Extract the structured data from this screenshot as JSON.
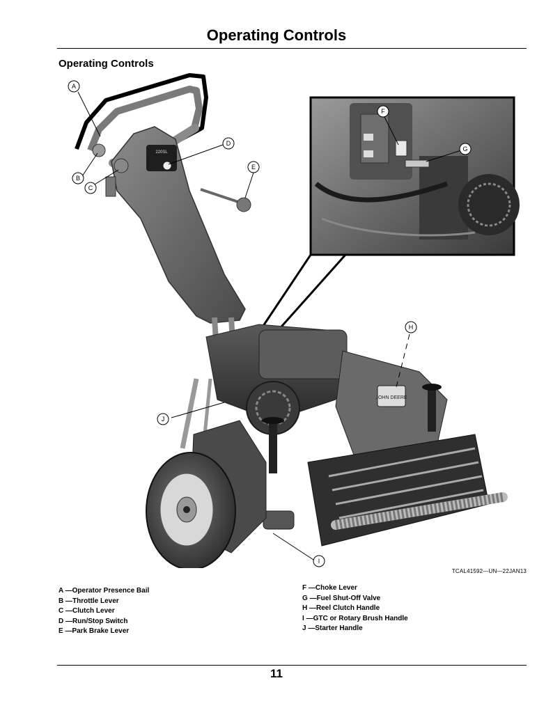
{
  "header": {
    "title": "Operating Controls"
  },
  "section": {
    "title": "Operating Controls"
  },
  "figure": {
    "code": "TCAL41592—UN—22JAN13",
    "callout_letters": [
      "A",
      "B",
      "C",
      "D",
      "E",
      "F",
      "G",
      "H",
      "I",
      "J"
    ],
    "decal_text": "JOHN DEERE"
  },
  "legend": {
    "left": [
      {
        "key": "A",
        "sep": "—",
        "label": "Operator Presence Bail"
      },
      {
        "key": "B",
        "sep": "—",
        "label": "Throttle Lever"
      },
      {
        "key": "C",
        "sep": "—",
        "label": "Clutch Lever"
      },
      {
        "key": "D",
        "sep": "—",
        "label": "Run/Stop Switch"
      },
      {
        "key": "E",
        "sep": "—",
        "label": "Park Brake Lever"
      }
    ],
    "right": [
      {
        "key": "F",
        "sep": "—",
        "label": "Choke Lever"
      },
      {
        "key": "G",
        "sep": "—",
        "label": "Fuel Shut-Off Valve"
      },
      {
        "key": "H",
        "sep": "—",
        "label": "Reel Clutch Handle"
      },
      {
        "key": "I",
        "sep": "—",
        "label": "GTC or Rotary Brush Handle"
      },
      {
        "key": "J",
        "sep": "—",
        "label": "Starter Handle"
      }
    ]
  },
  "footer": {
    "page_number": "11"
  }
}
